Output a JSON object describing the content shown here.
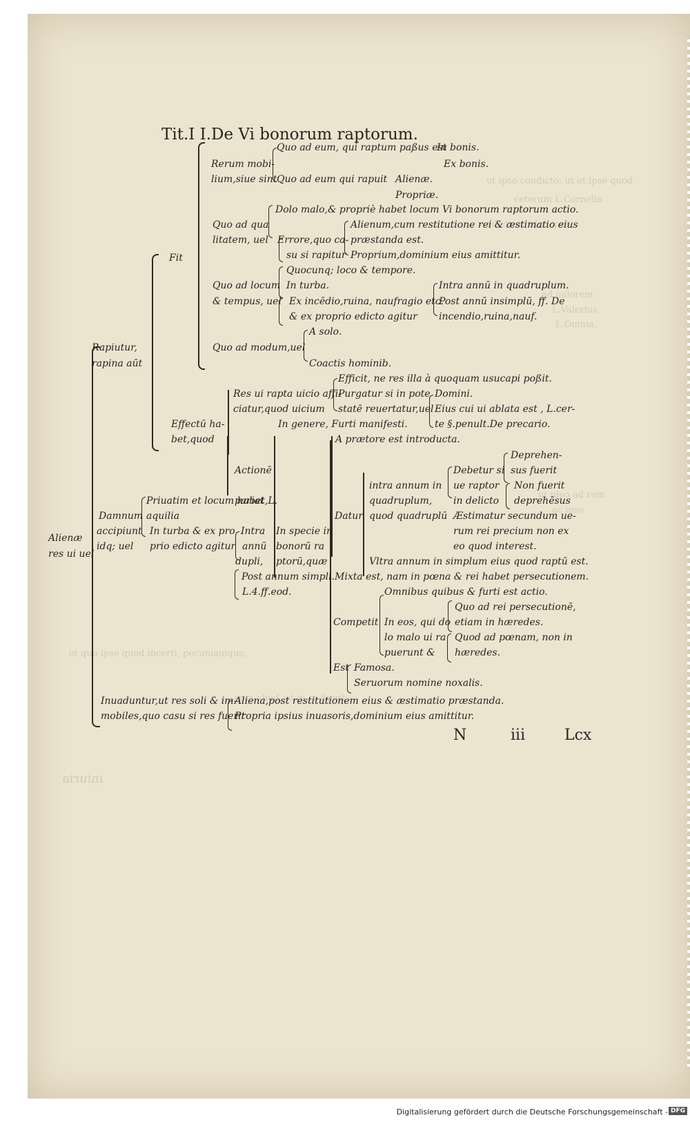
{
  "title": "Tit.I I.De Vi bonorum raptorum.",
  "ghost_lines": [
    "ut ipse condicto; ut et ipse quod",
    "ceterum L.Cornelia",
    "edictum, ideo ipse",
    "ad ualorem",
    "L.Valerius",
    "L.Omnia.",
    "ut ideo ad rem",
    "ac ipse",
    "et quo ipse quod incerti, pecuniamque,",
    "cum aliud, et in re fuerit",
    "iniuria"
  ],
  "lines": [
    "Quo ad eum, qui raptum paßus est",
    "In bonis.",
    "Rerum mobi-",
    "Ex bonis.",
    "lium,siue sint",
    "Quo ad eum qui rapuit",
    "Alienæ.",
    "Propriæ.",
    "Dolo malo,& propriè habet locum Vi bonorum raptorum actio.",
    "Quo ad qua",
    "Alienum,cum restitutione rei & æstimatio eius",
    "litatem, uel",
    "Errore,quo ca-",
    "præstanda est.",
    "su si rapitur",
    "Proprium,dominium eius amittitur.",
    "Fit",
    "Quocunq; loco & tempore.",
    "Quo ad locum",
    "In turba.",
    "Intra annū in quadruplum.",
    "& tempus, uel",
    "Ex incēdio,ruina, naufragio etc.",
    "Post annū insimplū, ff. De",
    "& ex proprio edicto agitur",
    "incendio,ruina,nauf.",
    "A solo.",
    "Rapiutur,",
    "Quo ad modum,uel",
    "rapina aūt",
    "Coactis hominib.",
    "Efficit, ne res illa à quoquam usucapi poßit.",
    "Res ui rapta uicio affi-",
    "Purgatur si in pote",
    "Domini.",
    "ciatur,quod uicium",
    "statē reuertatur,uel",
    "Eius cui ui ablata est , L.cer-",
    "Effectū ha-",
    "In genere, Furti manifesti.",
    "te §.penult.De precario.",
    "bet,quod",
    "A prætore est introducta.",
    "Deprehen-",
    "Actionē",
    "Debetur si",
    "sus fuerit",
    "intra annum in",
    "pariat",
    "ue raptor",
    "Non fuerit",
    "quadruplum,",
    "in delicto",
    "deprehēsus",
    "Priuatim et locum habet,L.",
    "Datur",
    "quod quadruplū",
    "Æstimatur secundum ue-",
    "Damnum",
    "aquilia",
    "rum rei precium non ex",
    "accipiunt",
    "In turba & ex pro",
    "Intra",
    "In specie in",
    "eo quod interest.",
    "Alienæ",
    "idq; uel",
    "prio edicto agitur",
    "annū",
    "bonorū ra",
    "res ui uel",
    "dupli,",
    "ptorū,quæ",
    "Vltra annum in simplum eius quod raptū est.",
    "Post annum simpli.",
    "Mixta est, nam in pœna & rei habet persecutionem.",
    "L.4.ff.eod.",
    "Omnibus quibus & furti est actio.",
    "Quo ad rei persecutionē,",
    "Competit",
    "In eos, qui do",
    "etiam in hæredes.",
    "lo malo ui ra",
    "Quod ad pœnam, non in",
    "puerunt &",
    "hæredes.",
    "Est",
    "Famosa.",
    "Seruorum nomine noxalis.",
    "Inuaduntur,ut res soli & im-",
    "Aliena,post restitutionem eius & æstimatio præstanda.",
    "mobiles,quo casu si res fuerit",
    "Propria ipsius inuasoris,dominium eius amittitur."
  ],
  "signature": {
    "mark": "N",
    "number": "iii",
    "folio": "Lcx"
  },
  "footer": {
    "text": "Digitalisierung gefördert durch die Deutsche Forschungsgemeinschaft -",
    "logo": "DFG"
  }
}
